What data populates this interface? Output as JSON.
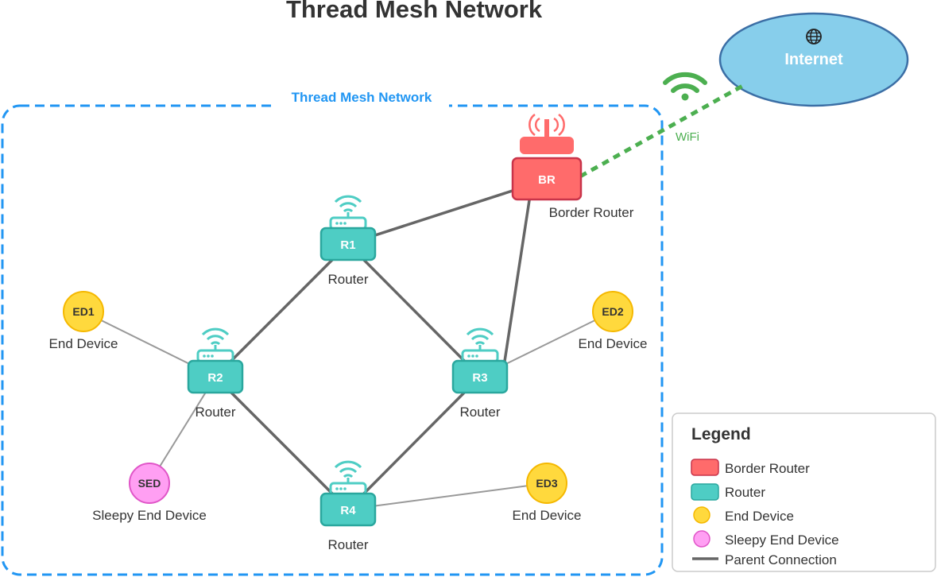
{
  "title": "Thread Mesh Network",
  "mesh_label": "Thread Mesh Network",
  "internet": {
    "icon": "globe-icon",
    "label": "Internet"
  },
  "wifi_label": "WiFi",
  "border_router": {
    "id": "BR",
    "caption": "Border Router"
  },
  "routers": [
    {
      "id": "R1",
      "caption": "Router"
    },
    {
      "id": "R2",
      "caption": "Router"
    },
    {
      "id": "R3",
      "caption": "Router"
    },
    {
      "id": "R4",
      "caption": "Router"
    }
  ],
  "end_devices": [
    {
      "id": "ED1",
      "caption": "End Device"
    },
    {
      "id": "ED2",
      "caption": "End Device"
    },
    {
      "id": "ED3",
      "caption": "End Device"
    }
  ],
  "sleepy_end_device": {
    "id": "SED",
    "caption": "Sleepy End Device"
  },
  "legend": {
    "title": "Legend",
    "items": [
      {
        "label": "Border Router"
      },
      {
        "label": "Router"
      },
      {
        "label": "End Device"
      },
      {
        "label": "Sleepy End Device"
      },
      {
        "label": "Parent Connection"
      }
    ]
  },
  "colors": {
    "border_router": "#ff6b6b",
    "router": "#4ecdc4",
    "end_device": "#ffd93d",
    "sleepy_end_device": "#ff9ff3",
    "mesh_link": "#666666",
    "child_link": "#999999",
    "wifi": "#4caf50",
    "internet": "#87ceeb",
    "mesh_border": "#2196f3"
  }
}
